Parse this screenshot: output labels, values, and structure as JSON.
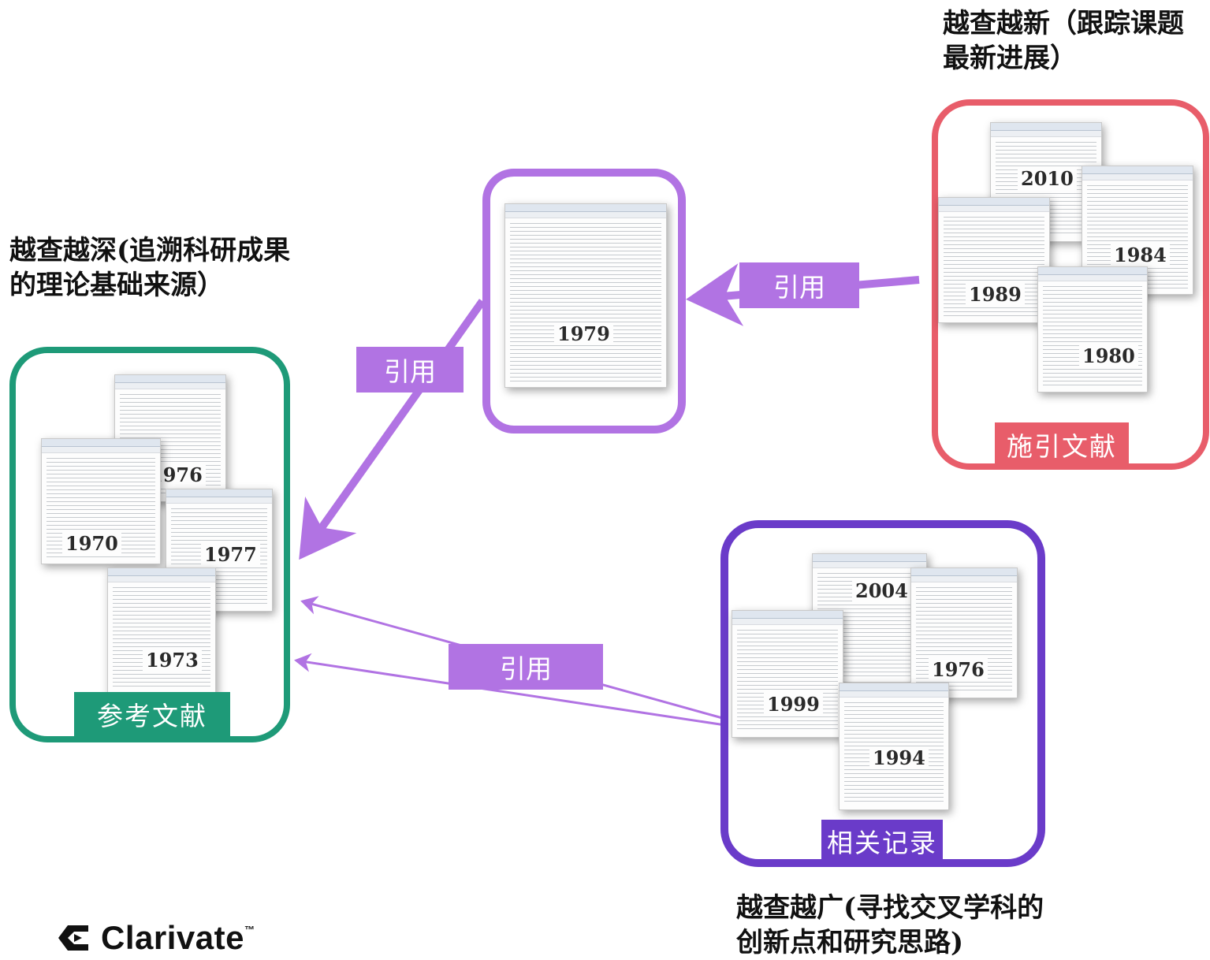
{
  "captions": {
    "newer": "越查越新（跟踪课题最新进展）",
    "deeper": "越查越深(追溯科研成果的理论基础来源）",
    "broader": "越查越广(寻找交叉学科的创新点和研究思路)"
  },
  "boxes": {
    "center": {
      "year": "1979",
      "color": "#b173e3"
    },
    "references": {
      "label": "参考文献",
      "color": "#1e9a78",
      "years": [
        "1976",
        "1970",
        "1977",
        "1973"
      ]
    },
    "citing": {
      "label": "施引文献",
      "color": "#e85d6a",
      "years": [
        "2010",
        "1984",
        "1989",
        "1980"
      ]
    },
    "related": {
      "label": "相关记录",
      "color": "#6a3bc9",
      "years": [
        "2004",
        "1976",
        "1999",
        "1994"
      ]
    }
  },
  "arrows": {
    "cite_label": "引用",
    "color": "#b173e3"
  },
  "logo": {
    "name": "Clarivate",
    "tm": "™"
  }
}
